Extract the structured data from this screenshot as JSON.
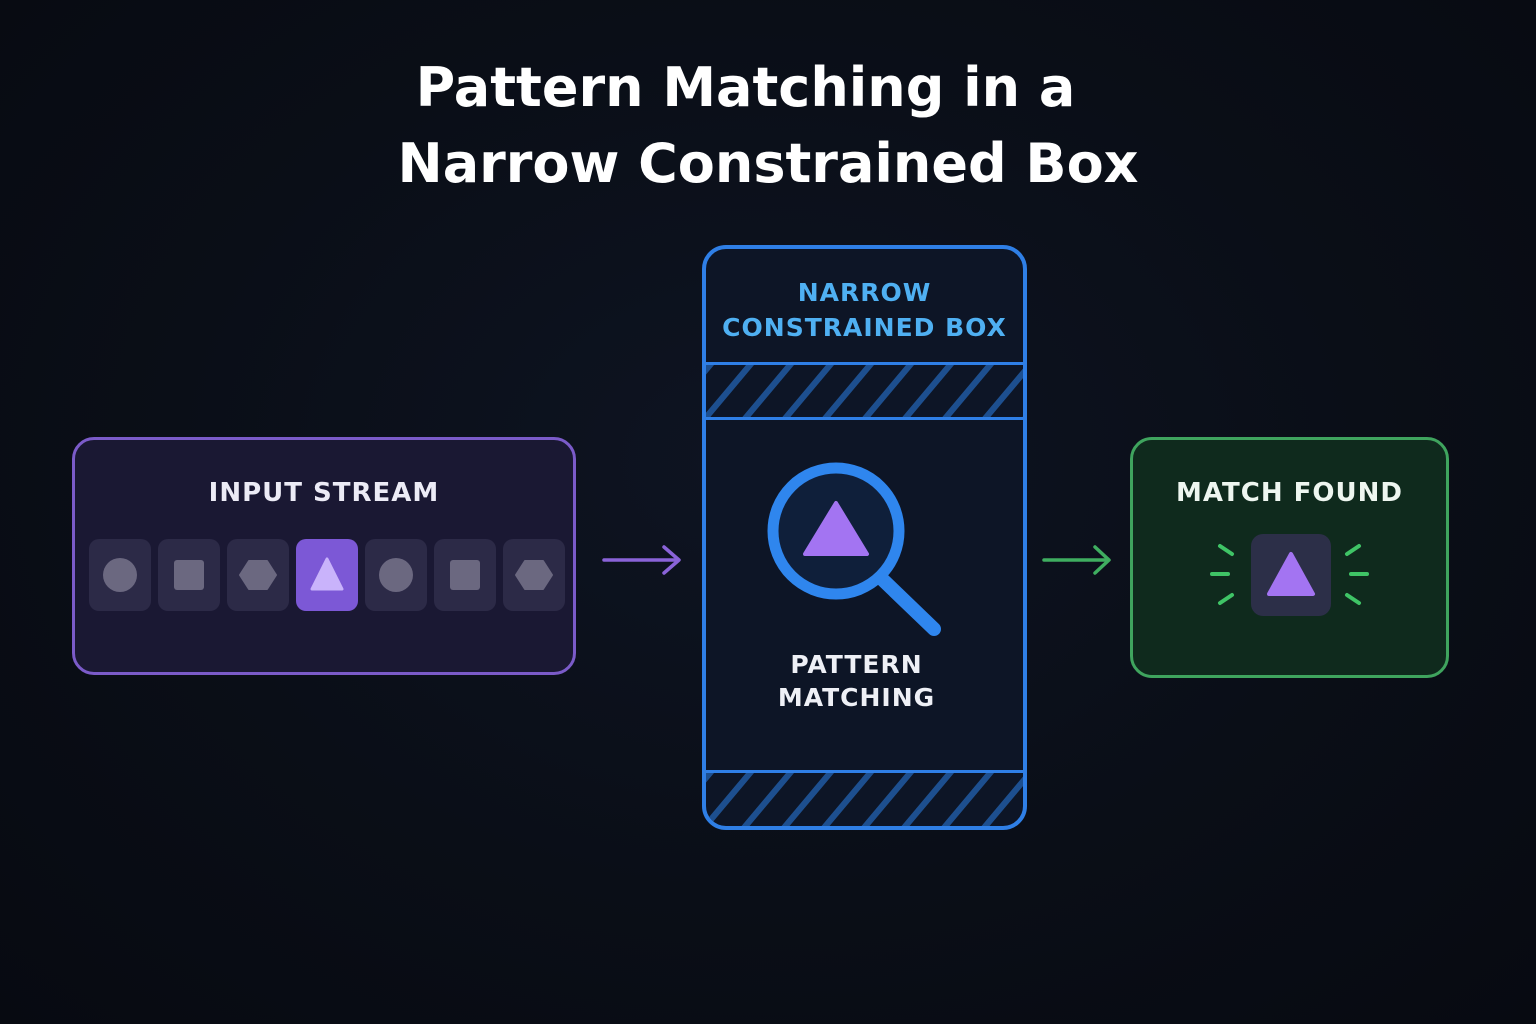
{
  "title": {
    "line1": "Pattern Matching in a",
    "line2": "Narrow Constrained Box"
  },
  "input_panel": {
    "label": "INPUT STREAM",
    "tokens": [
      {
        "shape": "circle",
        "active": false
      },
      {
        "shape": "square",
        "active": false
      },
      {
        "shape": "hexagon",
        "active": false
      },
      {
        "shape": "triangle",
        "active": true
      },
      {
        "shape": "circle",
        "active": false
      },
      {
        "shape": "square",
        "active": false
      },
      {
        "shape": "hexagon",
        "active": false
      }
    ]
  },
  "constrained_box": {
    "title_line1": "NARROW",
    "title_line2": "CONSTRAINED BOX",
    "caption_line1": "PATTERN",
    "caption_line2": "MATCHING",
    "icon": "magnifier-triangle-icon"
  },
  "match_panel": {
    "label": "MATCH FOUND",
    "icon": "triangle-icon"
  },
  "colors": {
    "background": "#0a0e17",
    "input_accent": "#7b5bc9",
    "box_accent": "#2f7fe6",
    "box_title": "#4fb0f2",
    "match_accent": "#3fa45e",
    "triangle": "#a374f2",
    "token_shape": "#6b6880"
  }
}
